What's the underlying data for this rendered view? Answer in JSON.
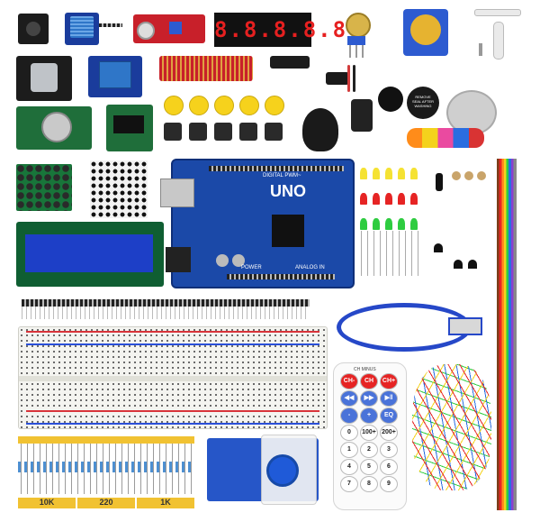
{
  "seven_segment": {
    "text": "8.8.8.8.8."
  },
  "arduino": {
    "model_label": "UNO",
    "header_label": "DIGITAL PWM~",
    "power_label": "POWER",
    "analog_label": "ANALOG IN"
  },
  "resistor_labels": [
    "10K",
    "220",
    "1K"
  ],
  "remote": {
    "top_label": "CH MINUS",
    "row1": [
      "CH-",
      "CH",
      "CH+"
    ],
    "row2": [
      "◀◀",
      "▶▶",
      "▶‖"
    ],
    "row3": [
      "-",
      "+",
      "EQ"
    ],
    "row4": [
      "0",
      "100+",
      "200+"
    ],
    "row5": [
      "1",
      "2",
      "3"
    ],
    "row6": [
      "4",
      "5",
      "6"
    ],
    "row7": [
      "7",
      "8",
      "9"
    ]
  },
  "stepper_sticker": "REMOVE SEAL AFTER WASHING",
  "lcd_text": "",
  "colors": {
    "board_blue": "#1b49a8",
    "module_red": "#c8202a",
    "module_green": "#1f6e3a",
    "resistor_band": "#f1c232",
    "usb_cable": "#2648c8",
    "servo_blue": "#2d5bd0"
  }
}
